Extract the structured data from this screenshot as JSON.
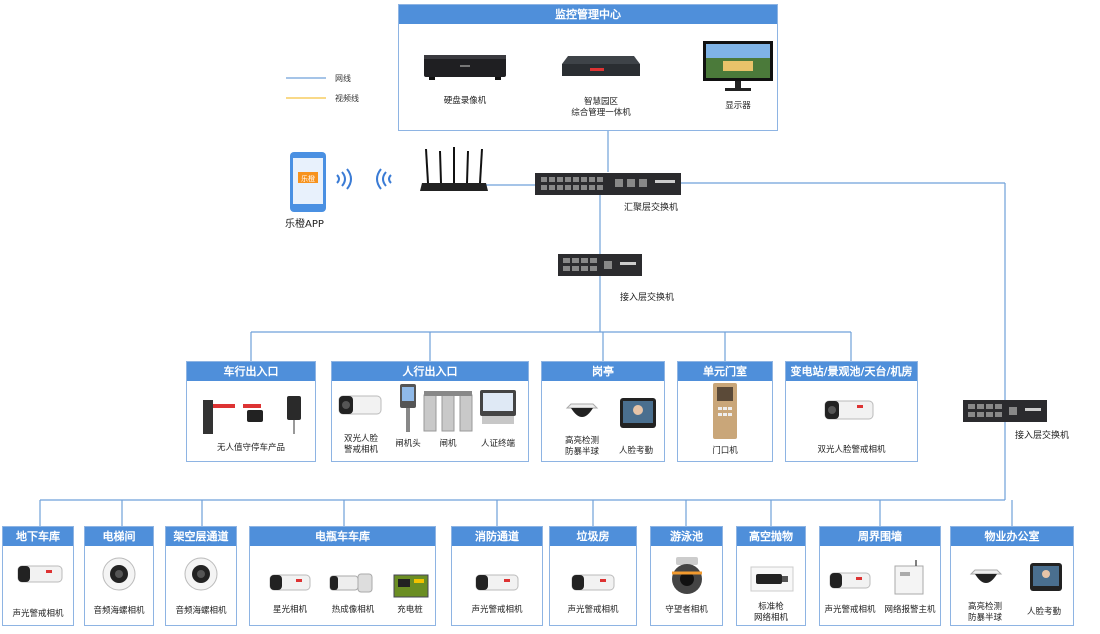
{
  "center": {
    "title": "监控管理中心",
    "nvr": "硬盘录像机",
    "mgmt_line1": "智慧园区",
    "mgmt_line2": "综合管理一体机",
    "monitor": "显示器"
  },
  "legend": {
    "net": "网线",
    "video": "视频线",
    "net_color": "#6fa1d9",
    "video_color": "#f5c242"
  },
  "app": {
    "label": "乐橙APP",
    "logo_text": "乐橙"
  },
  "switches": {
    "aggregation": "汇聚层交换机",
    "access": "接入层交换机",
    "access_right": "接入层交换机"
  },
  "row1": [
    {
      "title": "车行出入口",
      "items": [
        "无人值守停车产品"
      ]
    },
    {
      "title": "人行出入口",
      "items": [
        "双光人脸",
        "警戒相机",
        "闸机头",
        "闸机",
        "人证终端"
      ]
    },
    {
      "title": "岗亭",
      "items": [
        "高亮检测",
        "防暴半球",
        "人脸考勤"
      ]
    },
    {
      "title": "单元门室",
      "items": [
        "门口机"
      ]
    },
    {
      "title": "变电站/景观池/天台/机房",
      "items": [
        "双光人脸警戒相机"
      ]
    }
  ],
  "row2": [
    {
      "title": "地下车库",
      "items": [
        "声光警戒相机"
      ]
    },
    {
      "title": "电梯间",
      "items": [
        "音频海螺相机"
      ]
    },
    {
      "title": "架空层通道",
      "items": [
        "音频海螺相机"
      ]
    },
    {
      "title": "电瓶车车库",
      "items": [
        "星光相机",
        "热成像相机",
        "充电桩"
      ]
    },
    {
      "title": "消防通道",
      "items": [
        "声光警戒相机"
      ]
    },
    {
      "title": "垃圾房",
      "items": [
        "声光警戒相机"
      ]
    },
    {
      "title": "游泳池",
      "items": [
        "守望者相机"
      ]
    },
    {
      "title": "高空抛物",
      "items": [
        "标准枪",
        "网络相机"
      ]
    },
    {
      "title": "周界围墙",
      "items": [
        "声光警戒相机",
        "网络报警主机"
      ]
    },
    {
      "title": "物业办公室",
      "items": [
        "高亮检测",
        "防暴半球",
        "人脸考勤"
      ]
    }
  ]
}
